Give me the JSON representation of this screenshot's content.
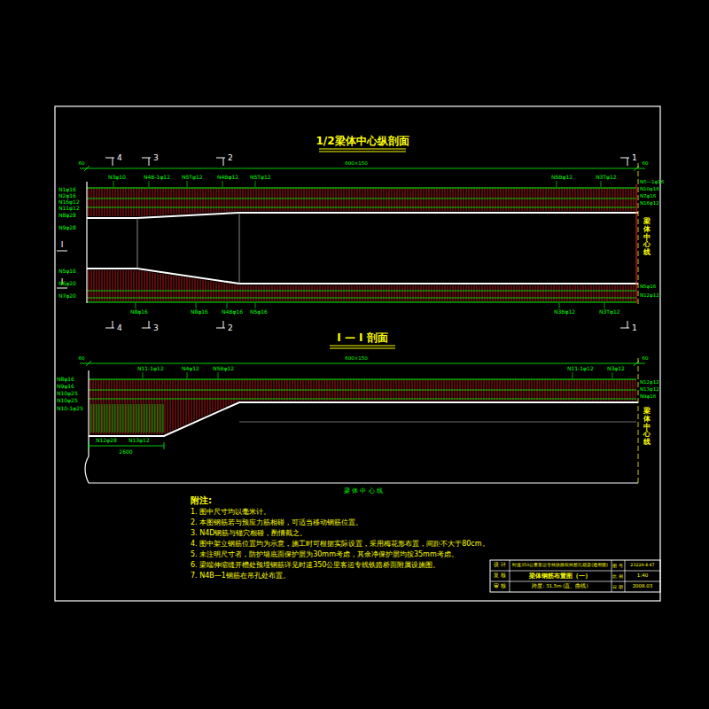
{
  "diagram": {
    "title": "1/2梁体中心纵剖面",
    "labels": [
      "4",
      "3",
      "2",
      "1",
      "4",
      "3",
      "2",
      "1",
      "I",
      "I",
      "60",
      "600×150",
      "60",
      "N3φ10",
      "N4B-1φ12",
      "N5Tφ12",
      "N4Bφ12",
      "N5Tφ12",
      "N5Bφ12",
      "N3Tφ12",
      "N1φ16",
      "N2φ16",
      "N16φ12",
      "N11φ12",
      "N8φ28",
      "N9φ28",
      "N5φ16",
      "N6φ20",
      "N7φ20",
      "N5—1φ16",
      "N10φ16",
      "N7φ16",
      "N16φ12",
      "N5φ16",
      "N12φ12",
      "N8φ16",
      "N8φ16",
      "N4Bφ16",
      "N5φ16",
      "N3Bφ12",
      "N3Tφ12",
      "梁体中心线",
      "I — I 剖面",
      "60",
      "600×150",
      "60",
      "N11-1φ12",
      "N4φ12",
      "N5Bφ12",
      "N11-1φ12",
      "N3φ12",
      "N8φ16",
      "N9φ16",
      "N10φ25",
      "N10φ25",
      "N10-1φ25",
      "N12φ28",
      "N13φ12",
      "2600",
      "N12φ12",
      "N13φ12",
      "N9φ16",
      "梁体中心线",
      "梁 体 中 心 线",
      "附注:",
      "1. 图中尺寸均以毫米计。",
      "2. 本图钢筋若与预应力筋相碰，可适当移动钢筋位置。",
      "3. N4D钢筋与锚穴相碰，酌情截之。",
      "4. 图中架立钢筋位置均为示意，施工时可根据实际设置，采用梅花形布置，间距不大于80cm。",
      "5. 未注明尺寸者，防护墙底面保护层为30mm考虑，其余净保护层均按35mm考虑。",
      "6. 梁端伸缩缝开槽处预埋钢筋详见时速350公里客运专线铁路桥面附属设施图。",
      "7. N4B—1钢筋在吊孔处布置。",
      "时速350公里客运专线铁路双线整孔箱梁(通用图)",
      "设 计",
      "复 核",
      "审 核",
      "梁体钢筋布置图（一）",
      "跨度: 31.5m (直、曲线)",
      "图 号",
      "2322A-Ⅱ-47",
      "比 例",
      "1:40",
      "日 期",
      "2008.03"
    ]
  }
}
